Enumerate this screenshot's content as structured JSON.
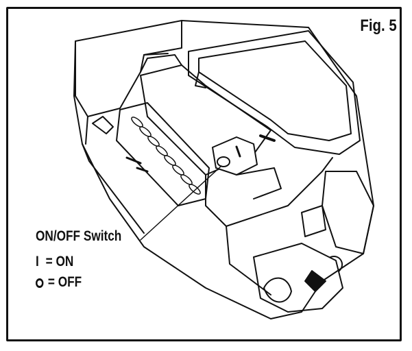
{
  "figure": {
    "label": "Fig. 5"
  },
  "callouts": {
    "switch_title": "ON/OFF Switch",
    "on_symbol": "I",
    "on_text": "= ON",
    "off_text": "= OFF"
  },
  "icons": {
    "off_symbol": "circle-icon"
  }
}
